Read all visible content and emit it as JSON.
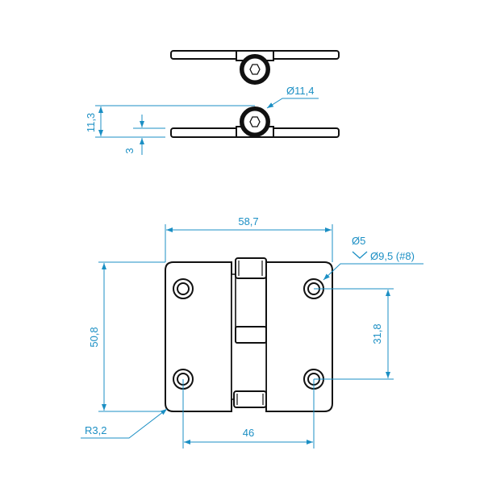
{
  "title": "Hinge technical drawing",
  "dimensions": {
    "thickness_total": "11,3",
    "leaf_thickness": "3",
    "barrel_diameter": "Ø11,4",
    "width": "58,7",
    "height": "50,8",
    "hole_spacing_vertical": "31,8",
    "hole_spacing_horizontal": "46",
    "hole_diameter": "Ø5",
    "countersink": "Ø9,5 (#8)",
    "corner_radius": "R3,2"
  },
  "colors": {
    "dimension": "#1b8fc4",
    "outline": "#111111"
  }
}
